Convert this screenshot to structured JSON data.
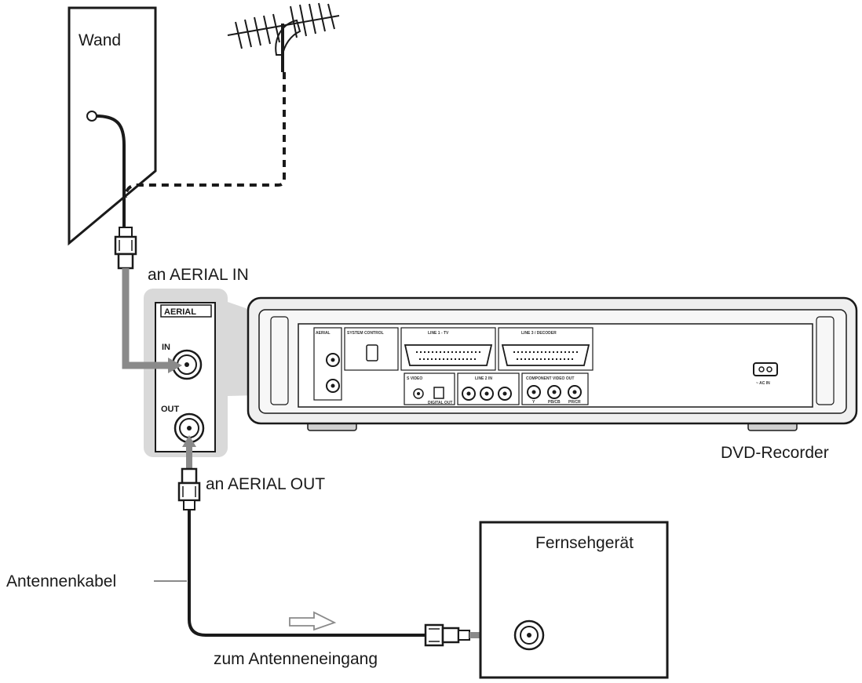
{
  "labels": {
    "wall": "Wand",
    "aerial_in_note": "an AERIAL IN",
    "aerial_out_note": "an AERIAL OUT",
    "recorder": "DVD-Recorder",
    "tv": "Fernsehgerät",
    "cable": "Antennenkabel",
    "tv_input": "zum Antenneneingang"
  },
  "aerial_panel": {
    "title": "AERIAL",
    "in": "IN",
    "out": "OUT"
  },
  "recorder_panel": {
    "aerial": "AERIAL",
    "system_control": "SYSTEM CONTROL",
    "line1": "LINE 1 - TV",
    "line3": "LINE 3 / DECODER",
    "line2_in": "LINE 2 IN",
    "component": "COMPONENT VIDEO OUT",
    "ac_in": "~ AC IN",
    "s_video": "S VIDEO",
    "digital_out": "DIGITAL OUT",
    "jack_y": "Y",
    "jack_pb": "PB/CB",
    "jack_pr": "PR/CR"
  },
  "colors": {
    "line": "#1a1a1a",
    "cable_gray": "#8a8a8a",
    "magnifier_fill": "#d9d9d9",
    "recorder_body": "#efefef"
  }
}
